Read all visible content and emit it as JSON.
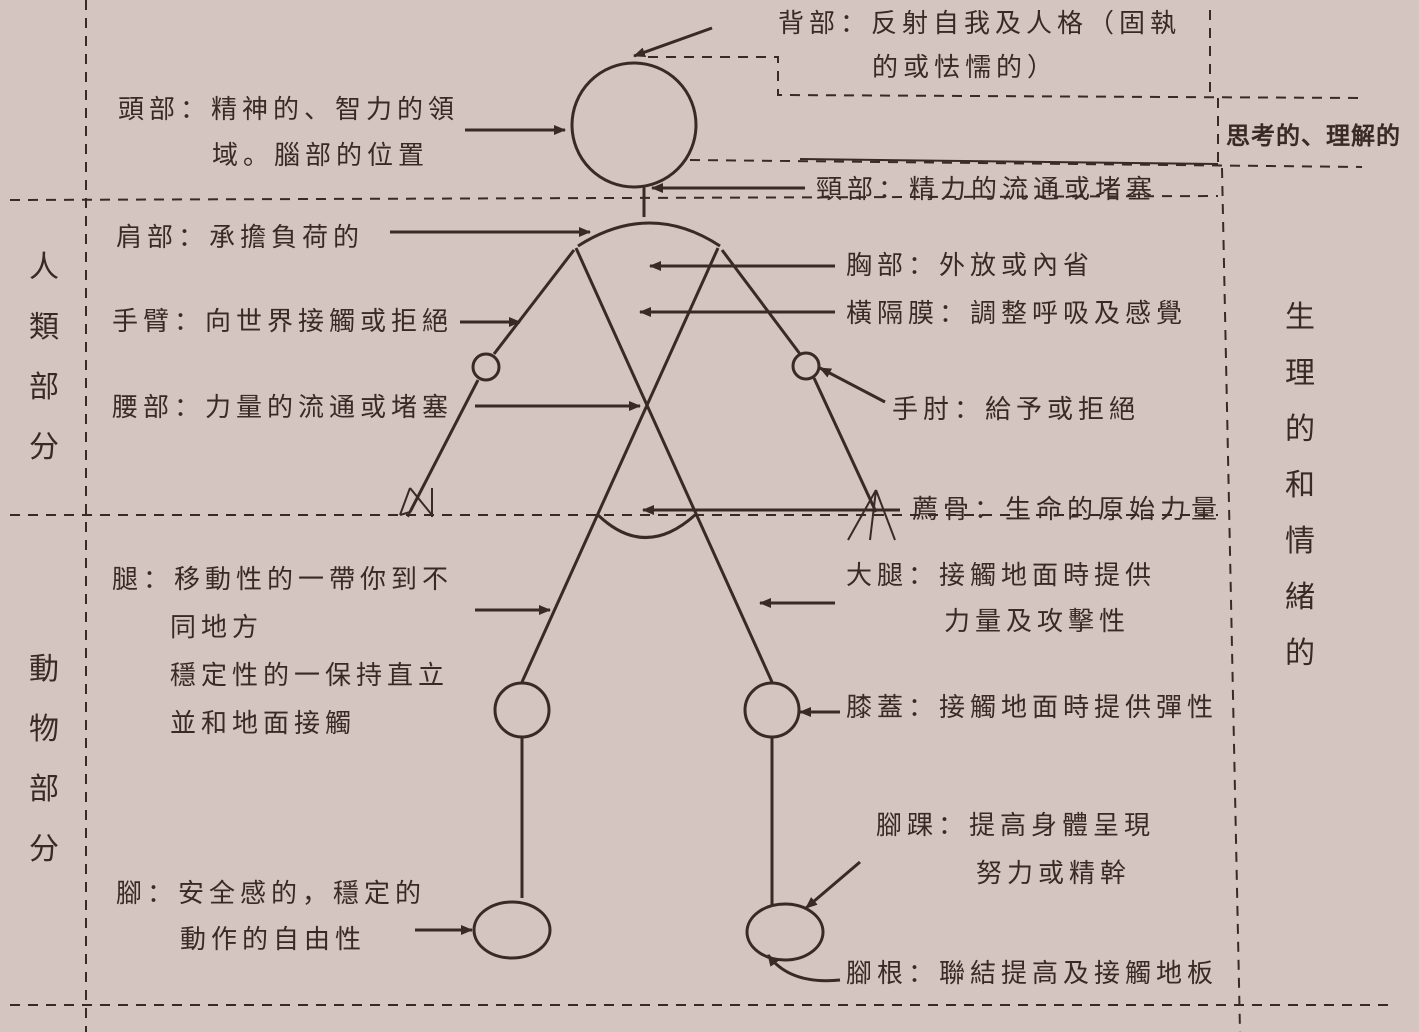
{
  "regions": {
    "cognitive": "思考的、理解的",
    "physiological_emotional": [
      "生",
      "理",
      "的",
      "和",
      "情",
      "緒",
      "的"
    ],
    "human_part": [
      "人",
      "類",
      "部",
      "分"
    ],
    "animal_part": [
      "動",
      "物",
      "部",
      "分"
    ]
  },
  "labels": {
    "back": [
      "背部：反射自我及人格（固執",
      "的或怯懦的）"
    ],
    "head": [
      "頭部：精神的、智力的領",
      "域。腦部的位置"
    ],
    "neck": "頸部：精力的流通或堵塞",
    "shoulder": "肩部：承擔負荷的",
    "chest": "胸部：外放或內省",
    "diaphragm": "橫隔膜：調整呼吸及感覺",
    "arm": "手臂：向世界接觸或拒絕",
    "elbow": "手肘：給予或拒絕",
    "waist": "腰部：力量的流通或堵塞",
    "sacrum": "薦骨：生命的原始力量",
    "leg": [
      "腿：移動性的一帶你到不",
      "同地方",
      "穩定性的一保持直立",
      "並和地面接觸"
    ],
    "thigh": [
      "大腿：接觸地面時提供",
      "力量及攻擊性"
    ],
    "knee": "膝蓋：接觸地面時提供彈性",
    "ankle": [
      "腳踝：提高身體呈現",
      "努力或精幹"
    ],
    "foot": [
      "腳：安全感的，穩定的",
      "動作的自由性"
    ],
    "heel": "腳根：聯結提高及接觸地板"
  }
}
